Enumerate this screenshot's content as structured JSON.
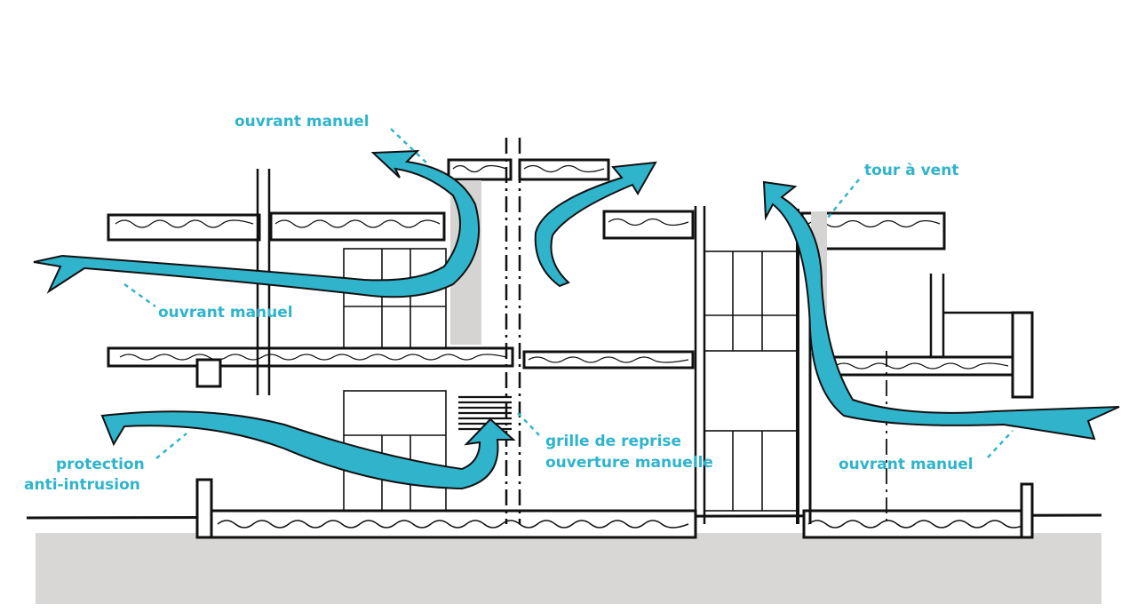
{
  "colors": {
    "accent": "#2fb4cc",
    "ink": "#111111",
    "ground": "#d9d7d6",
    "shaft": "#d6d4d3"
  },
  "labels": {
    "roof_opening": "ouvrant manuel",
    "upper_opening": "ouvrant manuel",
    "wind_tower": "tour à vent",
    "grille_line1": "grille de reprise",
    "grille_line2": "ouverture manuelle",
    "protection_line1": "protection",
    "protection_line2": "anti-intrusion",
    "right_opening": "ouvrant manuel"
  }
}
